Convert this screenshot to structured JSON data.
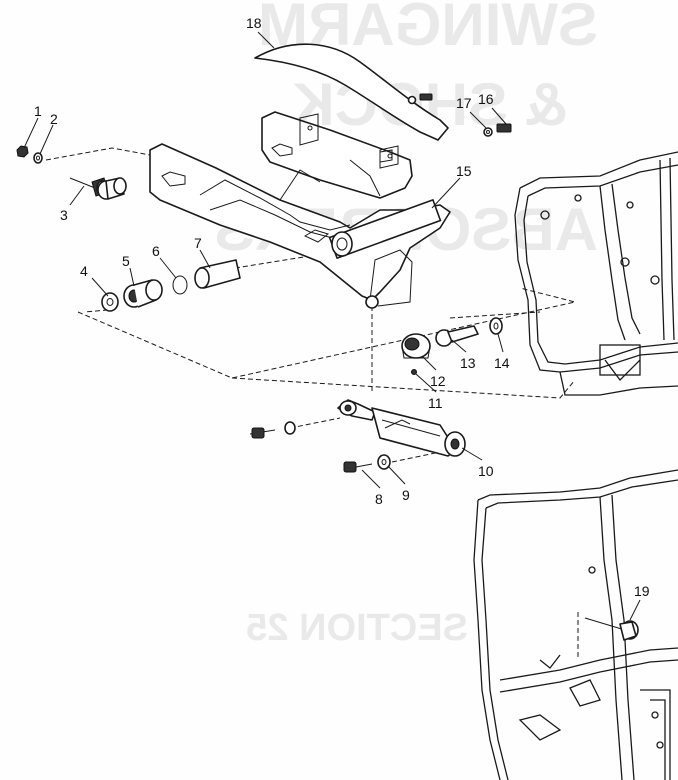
{
  "background_text": {
    "line1": "SWINGARM",
    "line2": "& SHOCK",
    "line3": "ABSORBERS",
    "line4": "SECTION 25"
  },
  "callouts": [
    {
      "id": "1",
      "label": "1"
    },
    {
      "id": "2",
      "label": "2"
    },
    {
      "id": "3",
      "label": "3"
    },
    {
      "id": "4",
      "label": "4"
    },
    {
      "id": "5",
      "label": "5"
    },
    {
      "id": "6",
      "label": "6"
    },
    {
      "id": "7",
      "label": "7"
    },
    {
      "id": "8",
      "label": "8"
    },
    {
      "id": "9",
      "label": "9"
    },
    {
      "id": "10",
      "label": "10"
    },
    {
      "id": "11",
      "label": "11"
    },
    {
      "id": "12",
      "label": "12"
    },
    {
      "id": "13",
      "label": "13"
    },
    {
      "id": "14",
      "label": "14"
    },
    {
      "id": "15",
      "label": "15"
    },
    {
      "id": "16",
      "label": "16"
    },
    {
      "id": "17",
      "label": "17"
    },
    {
      "id": "18",
      "label": "18"
    },
    {
      "id": "19",
      "label": "19"
    }
  ]
}
